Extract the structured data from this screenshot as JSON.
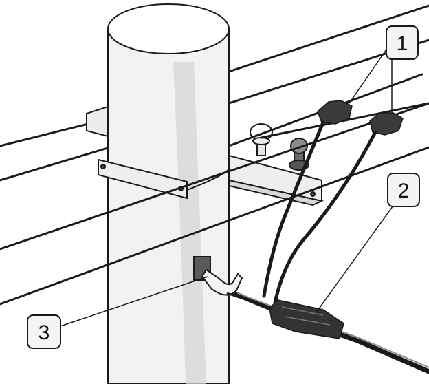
{
  "callouts": [
    {
      "id": "1",
      "label": "1"
    },
    {
      "id": "2",
      "label": "2"
    },
    {
      "id": "3",
      "label": "3"
    }
  ],
  "colors": {
    "line": "#1a1a1a",
    "pole_fill": "#f2f2f2",
    "pole_shadow": "#d6d6d6",
    "callout_fill": "#f4f4f4",
    "clamp_fill": "#3a3a3a"
  }
}
